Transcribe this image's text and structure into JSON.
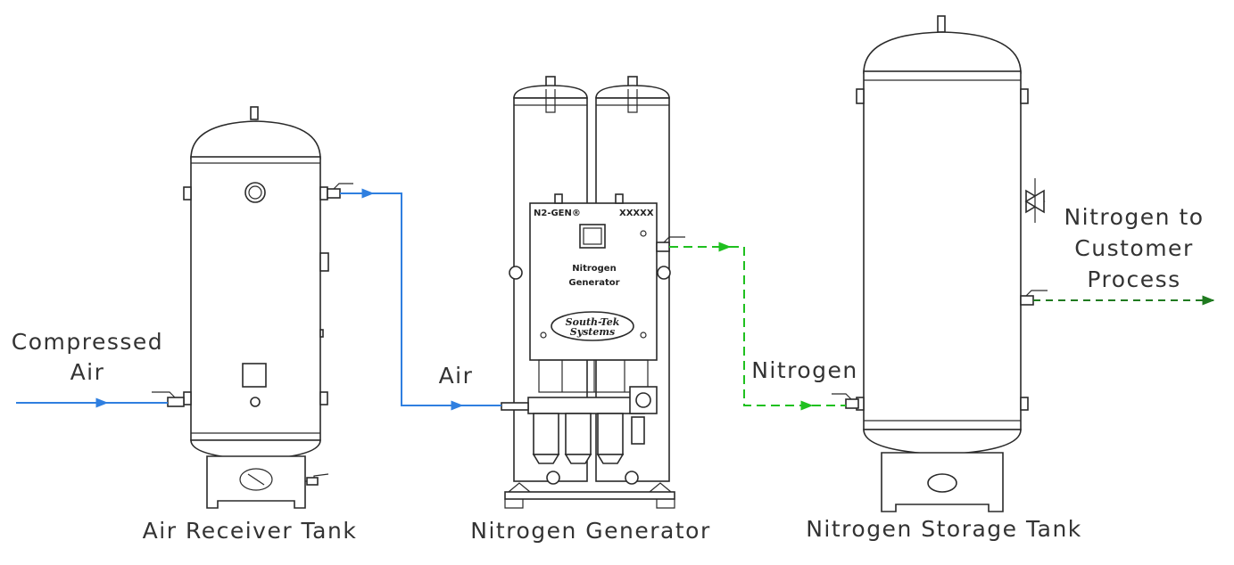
{
  "labels": {
    "compressed_air_line1": "Compressed",
    "compressed_air_line2": "Air",
    "air": "Air",
    "nitrogen": "Nitrogen",
    "nitrogen_to_line1": "Nitrogen to",
    "nitrogen_to_line2": "Customer",
    "nitrogen_to_line3": "Process",
    "air_receiver_tank": "Air Receiver Tank",
    "nitrogen_generator": "Nitrogen Generator",
    "nitrogen_storage_tank": "Nitrogen Storage Tank"
  },
  "generator_panel": {
    "model": "N2-GEN®",
    "code": "XXXXX",
    "title_line1": "Nitrogen",
    "title_line2": "Generator",
    "logo_line1": "South-Tek",
    "logo_line2": "Systems"
  },
  "colors": {
    "air_line": "#2f7fe0",
    "nitrogen_line": "#1fc01f",
    "nitrogen_out_line": "#1f7a1f",
    "outline": "#2a2a2a",
    "text": "#333333"
  }
}
